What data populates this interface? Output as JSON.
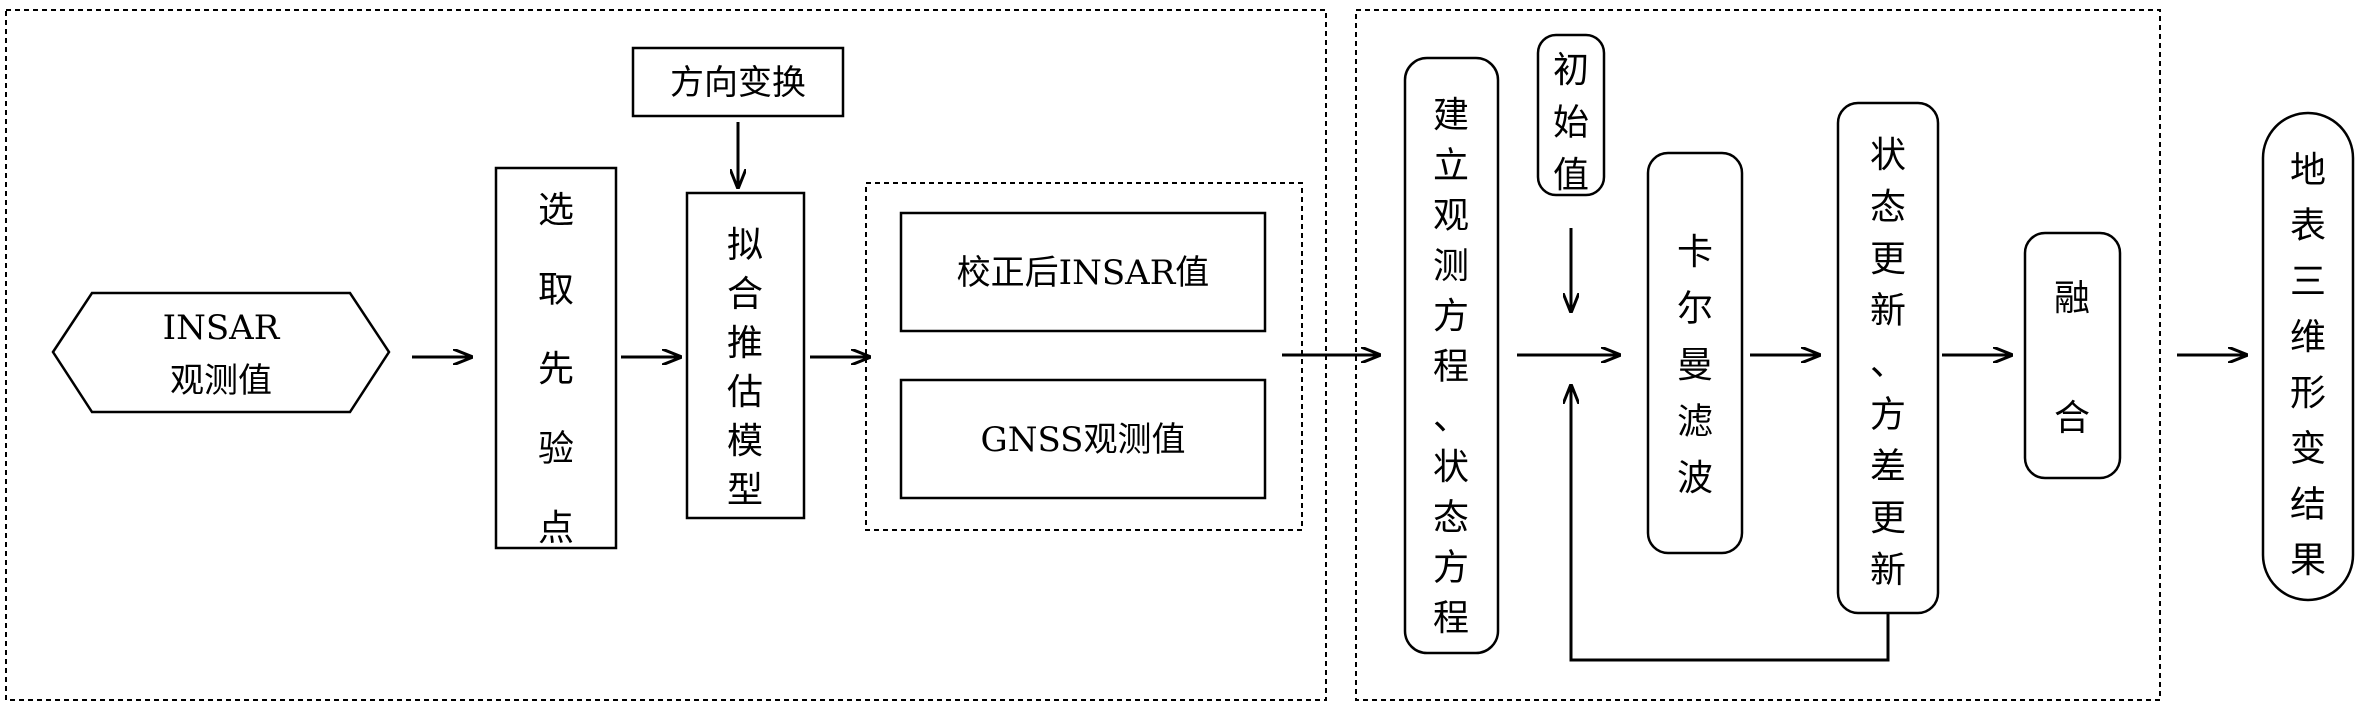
{
  "nodes": {
    "insar_observation": {
      "lines": [
        "INSAR",
        "观测值"
      ]
    },
    "select_prior_points": {
      "text": "选取先验点"
    },
    "direction_transform": {
      "text": "方向变换"
    },
    "fitting_model": {
      "text": "拟合推估模型"
    },
    "corrected_insar": {
      "text": "校正后INSAR值"
    },
    "gnss_observation": {
      "text": "GNSS观测值"
    },
    "build_equations": {
      "text": "建立观测方程、状态方程"
    },
    "initial_value": {
      "text": "初始值"
    },
    "kalman_filter": {
      "text": "卡尔曼滤波"
    },
    "state_update": {
      "text": "状态更新、方差更新"
    },
    "fusion": {
      "text": "融合"
    },
    "result": {
      "text": "地表三维形变结果"
    }
  }
}
